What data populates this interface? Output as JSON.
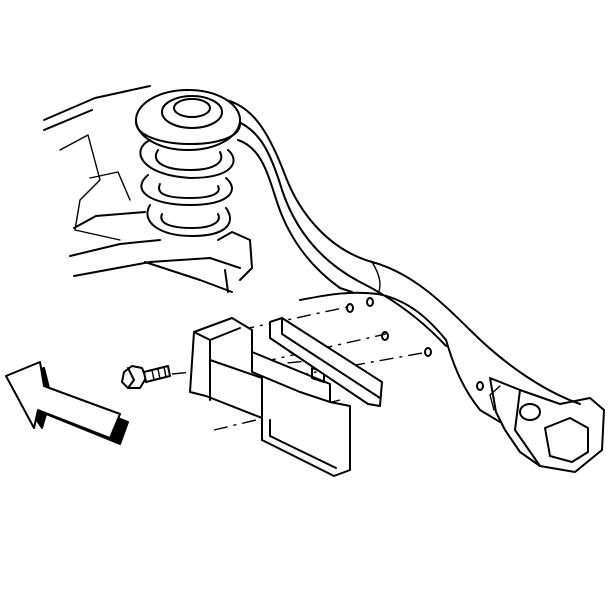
{
  "figure": {
    "direction_arrow": "arrow-pointing-front",
    "parts": [
      "frame-rail",
      "coil-spring",
      "spring-seat",
      "crossmember",
      "mounting-bracket",
      "spacer-shim",
      "bolt"
    ]
  }
}
